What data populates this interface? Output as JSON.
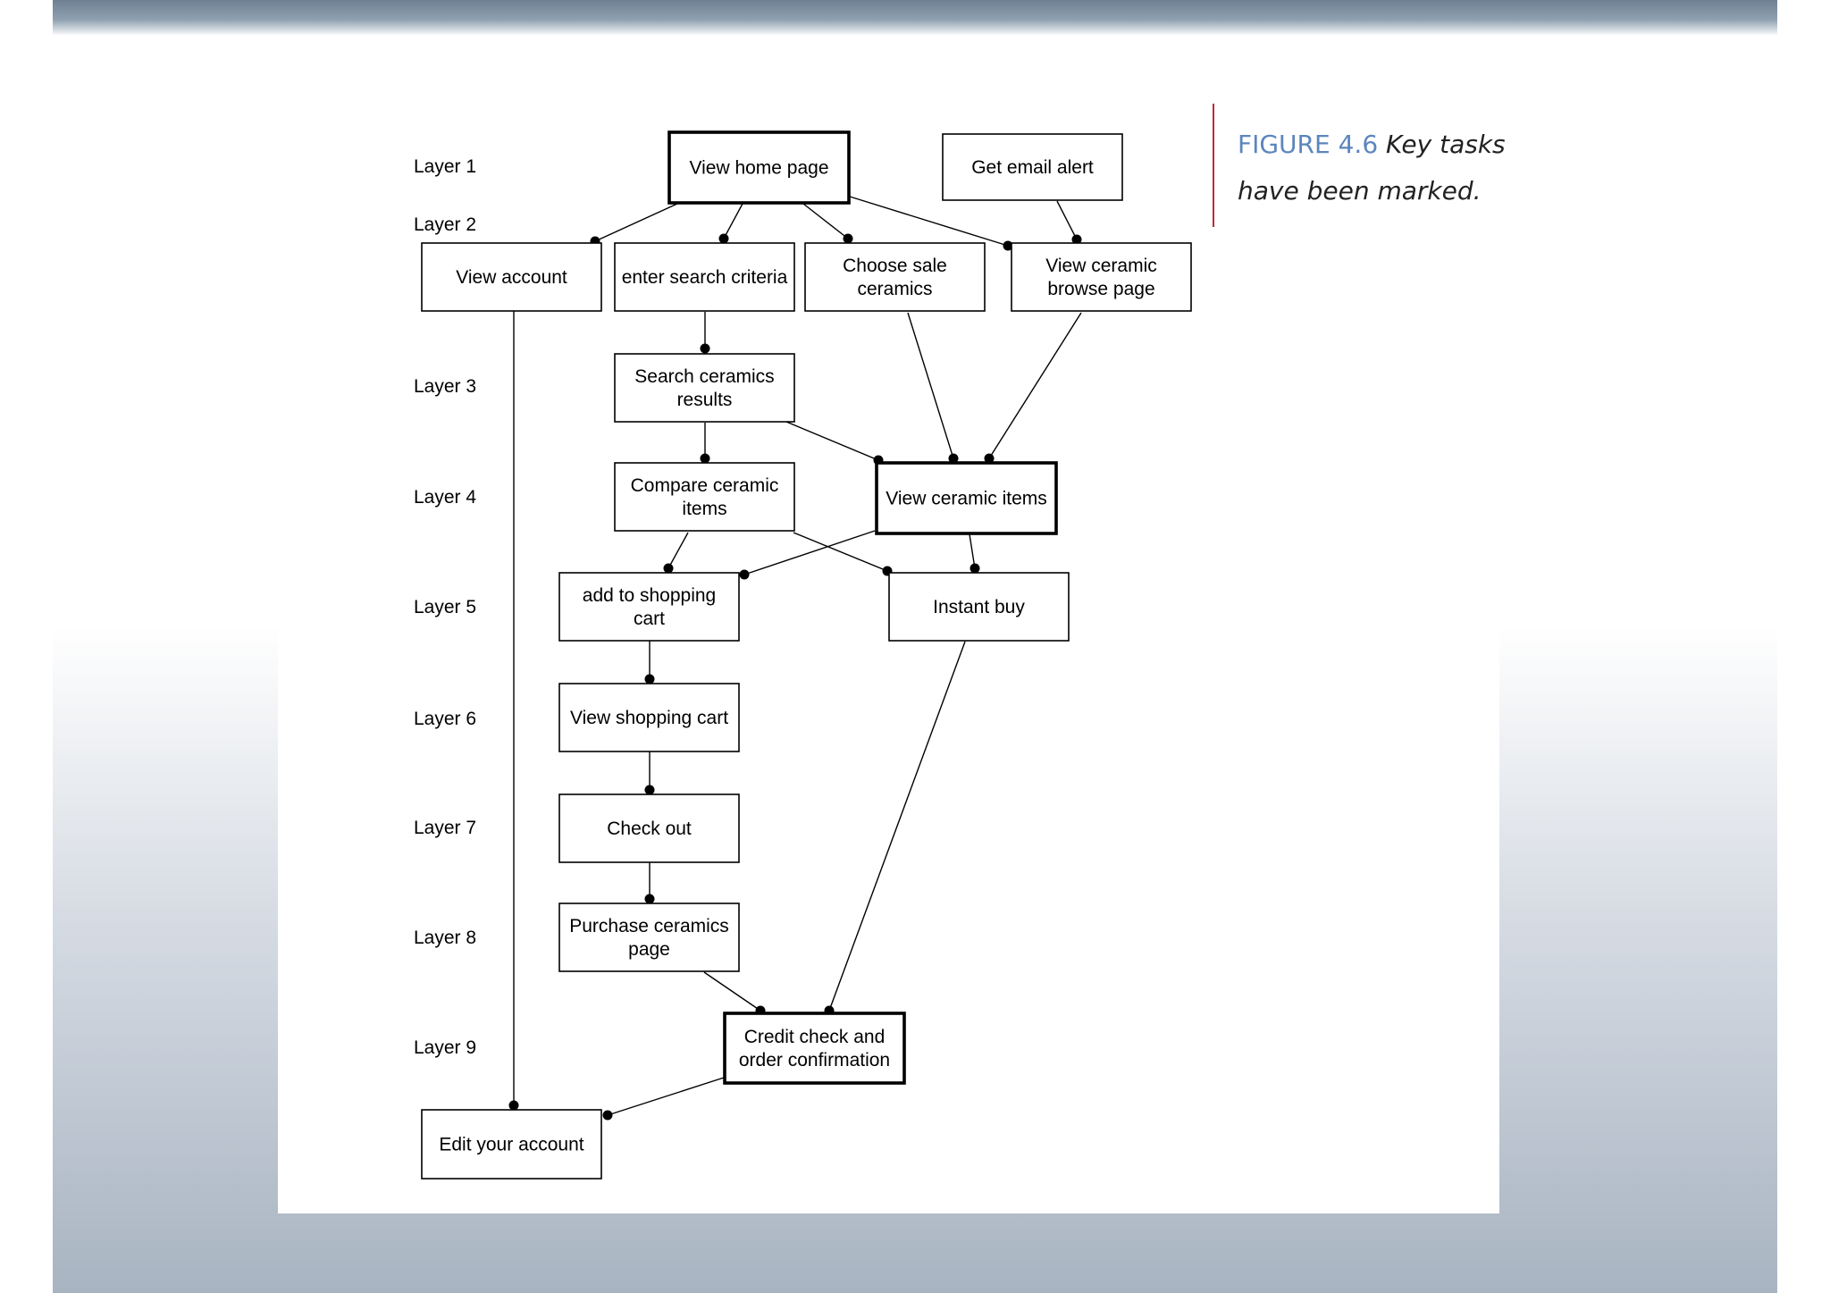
{
  "layers": [
    "Layer 1",
    "Layer 2",
    "Layer 3",
    "Layer 4",
    "Layer 5",
    "Layer 6",
    "Layer 7",
    "Layer 8",
    "Layer 9"
  ],
  "nodes": [
    {
      "id": "view-home-page",
      "lines": [
        "View home page"
      ],
      "key": true
    },
    {
      "id": "get-email-alert",
      "lines": [
        "Get email alert"
      ],
      "key": false
    },
    {
      "id": "view-account",
      "lines": [
        "View account"
      ],
      "key": false
    },
    {
      "id": "enter-search-criteria",
      "lines": [
        "enter search criteria"
      ],
      "key": false
    },
    {
      "id": "choose-sale-ceramics",
      "lines": [
        "Choose sale",
        "ceramics"
      ],
      "key": false
    },
    {
      "id": "view-ceramic-browse-page",
      "lines": [
        "View ceramic",
        "browse page"
      ],
      "key": false
    },
    {
      "id": "search-ceramics-results",
      "lines": [
        "Search ceramics",
        "results"
      ],
      "key": false
    },
    {
      "id": "compare-ceramic-items",
      "lines": [
        "Compare ceramic",
        "items"
      ],
      "key": false
    },
    {
      "id": "view-ceramic-items",
      "lines": [
        "View ceramic items"
      ],
      "key": true
    },
    {
      "id": "add-to-shopping-cart",
      "lines": [
        "add to shopping",
        "cart"
      ],
      "key": false
    },
    {
      "id": "instant-buy",
      "lines": [
        "Instant buy"
      ],
      "key": false
    },
    {
      "id": "view-shopping-cart",
      "lines": [
        "View shopping cart"
      ],
      "key": false
    },
    {
      "id": "check-out",
      "lines": [
        "Check out"
      ],
      "key": false
    },
    {
      "id": "purchase-ceramics-page",
      "lines": [
        "Purchase ceramics",
        "page"
      ],
      "key": false
    },
    {
      "id": "credit-check-and-order-confirmation",
      "lines": [
        "Credit check and",
        "order confirmation"
      ],
      "key": true
    },
    {
      "id": "edit-your-account",
      "lines": [
        "Edit your account"
      ],
      "key": false
    }
  ],
  "edges": [
    [
      "view-home-page",
      "view-account"
    ],
    [
      "view-home-page",
      "enter-search-criteria"
    ],
    [
      "view-home-page",
      "choose-sale-ceramics"
    ],
    [
      "view-home-page",
      "view-ceramic-browse-page"
    ],
    [
      "get-email-alert",
      "view-ceramic-browse-page"
    ],
    [
      "enter-search-criteria",
      "search-ceramics-results"
    ],
    [
      "search-ceramics-results",
      "compare-ceramic-items"
    ],
    [
      "search-ceramics-results",
      "view-ceramic-items"
    ],
    [
      "choose-sale-ceramics",
      "view-ceramic-items"
    ],
    [
      "view-ceramic-browse-page",
      "view-ceramic-items"
    ],
    [
      "compare-ceramic-items",
      "add-to-shopping-cart"
    ],
    [
      "compare-ceramic-items",
      "instant-buy"
    ],
    [
      "view-ceramic-items",
      "add-to-shopping-cart"
    ],
    [
      "view-ceramic-items",
      "instant-buy"
    ],
    [
      "add-to-shopping-cart",
      "view-shopping-cart"
    ],
    [
      "view-shopping-cart",
      "check-out"
    ],
    [
      "check-out",
      "purchase-ceramics-page"
    ],
    [
      "purchase-ceramics-page",
      "credit-check-and-order-confirmation"
    ],
    [
      "instant-buy",
      "credit-check-and-order-confirmation"
    ],
    [
      "view-account",
      "edit-your-account"
    ],
    [
      "credit-check-and-order-confirmation",
      "edit-your-account"
    ]
  ],
  "caption": {
    "label": "FIGURE 4.6",
    "text": "Key tasks have been marked."
  },
  "colors": {
    "caption_label": "#5b86bd",
    "caption_rule": "#c2283a"
  }
}
